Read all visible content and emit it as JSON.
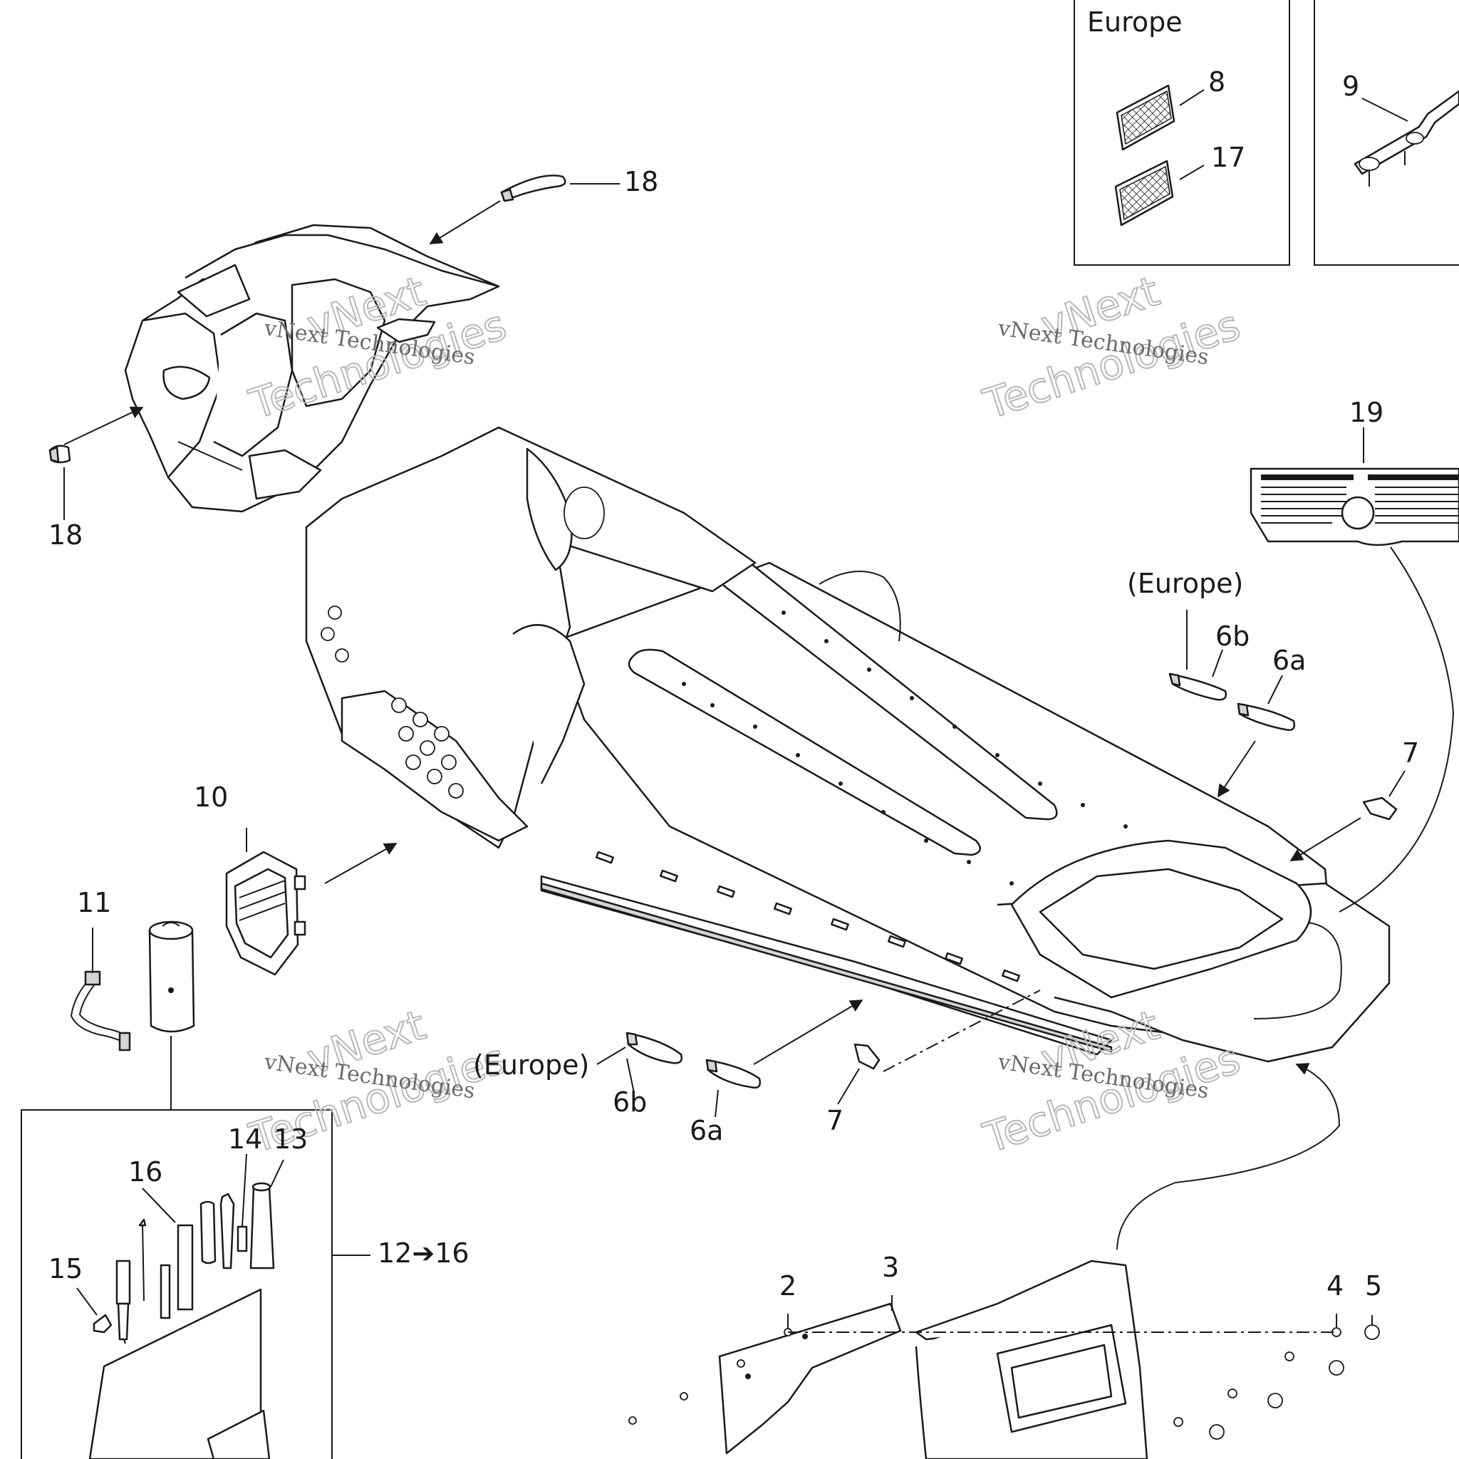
{
  "callouts": {
    "c18_top": "18",
    "c18_left": "18",
    "c8": "8",
    "c17": "17",
    "c9": "9",
    "c19": "19",
    "c_europe_right": "(Europe)",
    "c6b_right": "6b",
    "c6a_right": "6a",
    "c7_right": "7",
    "c10": "10",
    "c11": "11",
    "c_europe_bottom": "(Europe)",
    "c6b_bottom": "6b",
    "c6a_bottom": "6a",
    "c7_bottom": "7",
    "c16": "16",
    "c14": "14",
    "c13": "13",
    "c15": "15",
    "c12_16": "12➔16",
    "c2": "2",
    "c3": "3",
    "c4": "4",
    "c5": "5"
  },
  "inset_europe": {
    "title": "Europe"
  },
  "watermarks": {
    "line1": "vNext",
    "line2": "vNext Technologies",
    "line3": "Technologies"
  }
}
